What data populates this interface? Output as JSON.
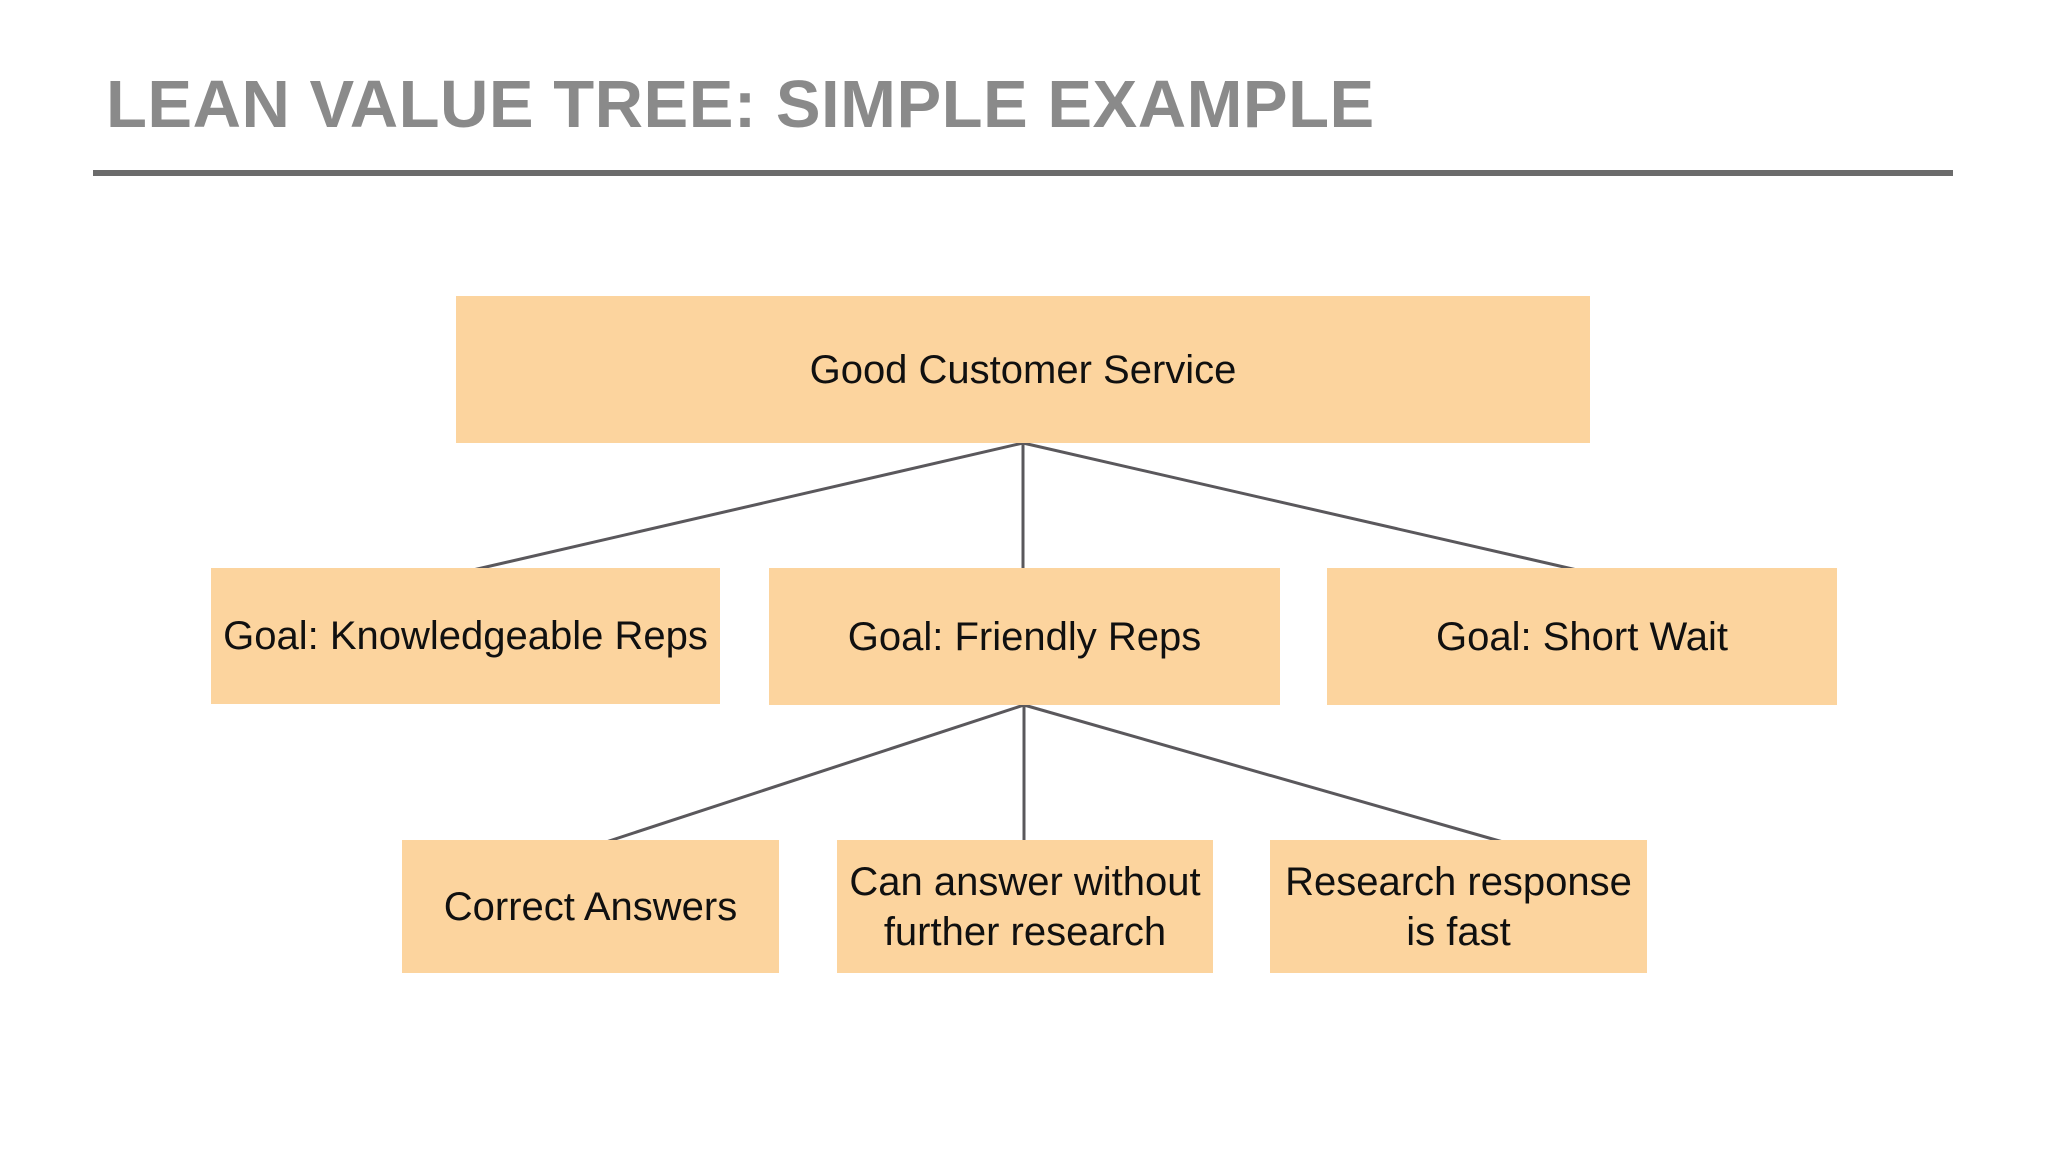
{
  "page": {
    "title": "LEAN VALUE TREE: SIMPLE EXAMPLE"
  },
  "colors": {
    "node_fill": "#fcd49e",
    "connector_line": "#5a585c",
    "title_text": "#8a8a8a",
    "title_rule": "#6b6b6b",
    "node_text": "#101010",
    "background": "#ffffff"
  },
  "tree": {
    "root": {
      "id": "root",
      "label": "Good Customer Service"
    },
    "goals": [
      {
        "id": "goal-knowledgeable-reps",
        "label": "Goal: Knowledgeable Reps"
      },
      {
        "id": "goal-friendly-reps",
        "label": "Goal: Friendly Reps"
      },
      {
        "id": "goal-short-wait",
        "label": "Goal: Short Wait"
      }
    ],
    "leaves": [
      {
        "id": "leaf-correct-answers",
        "label": "Correct Answers",
        "parent": "goal-friendly-reps"
      },
      {
        "id": "leaf-answer-without-research",
        "label": "Can answer without\nfurther research",
        "parent": "goal-friendly-reps"
      },
      {
        "id": "leaf-research-response-fast",
        "label": "Research response\nis fast",
        "parent": "goal-friendly-reps"
      }
    ],
    "edges": [
      [
        "root",
        "goal-knowledgeable-reps"
      ],
      [
        "root",
        "goal-friendly-reps"
      ],
      [
        "root",
        "goal-short-wait"
      ],
      [
        "goal-friendly-reps",
        "leaf-correct-answers"
      ],
      [
        "goal-friendly-reps",
        "leaf-answer-without-research"
      ],
      [
        "goal-friendly-reps",
        "leaf-research-response-fast"
      ]
    ]
  }
}
